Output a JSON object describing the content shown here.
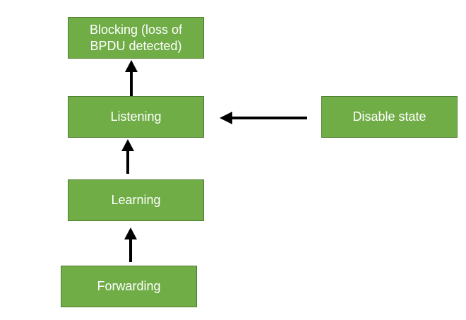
{
  "diagram": {
    "nodes": {
      "blocking": "Blocking (loss of\nBPDU detected)",
      "listening": "Listening",
      "learning": "Learning",
      "forwarding": "Forwarding",
      "disable": "Disable state"
    },
    "colors": {
      "node_fill": "#70ad47",
      "node_border": "#507e32",
      "node_text": "#ffffff",
      "arrow": "#000000"
    },
    "edges": [
      {
        "from": "forwarding",
        "to": "learning"
      },
      {
        "from": "learning",
        "to": "listening"
      },
      {
        "from": "listening",
        "to": "blocking"
      },
      {
        "from": "disable",
        "to": "listening"
      }
    ]
  }
}
